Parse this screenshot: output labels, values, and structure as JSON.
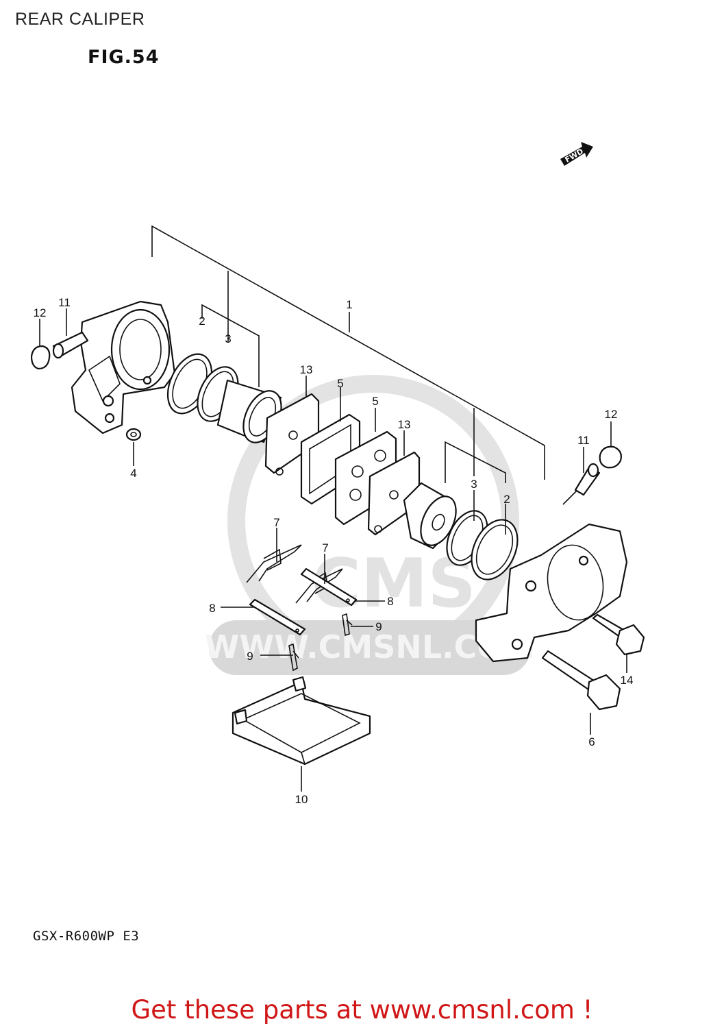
{
  "header": {
    "title": "REAR CALIPER",
    "figure": "FIG.54"
  },
  "fwd_label": "FWD",
  "footer": {
    "model": "GSX-R600WP E3",
    "cta": "Get these parts at www.cmsnl.com !"
  },
  "watermark": {
    "brand": "CMS",
    "site": "WWW.CMSNL.COM"
  },
  "callouts": {
    "c1": "1",
    "c2a": "2",
    "c2b": "2",
    "c3a": "3",
    "c3b": "3",
    "c4": "4",
    "c5a": "5",
    "c5b": "5",
    "c6": "6",
    "c7a": "7",
    "c7b": "7",
    "c8a": "8",
    "c8b": "8",
    "c9a": "9",
    "c9b": "9",
    "c10": "10",
    "c11a": "11",
    "c11b": "11",
    "c12a": "12",
    "c12b": "12",
    "c13a": "13",
    "c13b": "13",
    "c14": "14"
  },
  "colors": {
    "cta": "#d01616",
    "line": "#111111",
    "watermark": "#d8d8d8"
  }
}
